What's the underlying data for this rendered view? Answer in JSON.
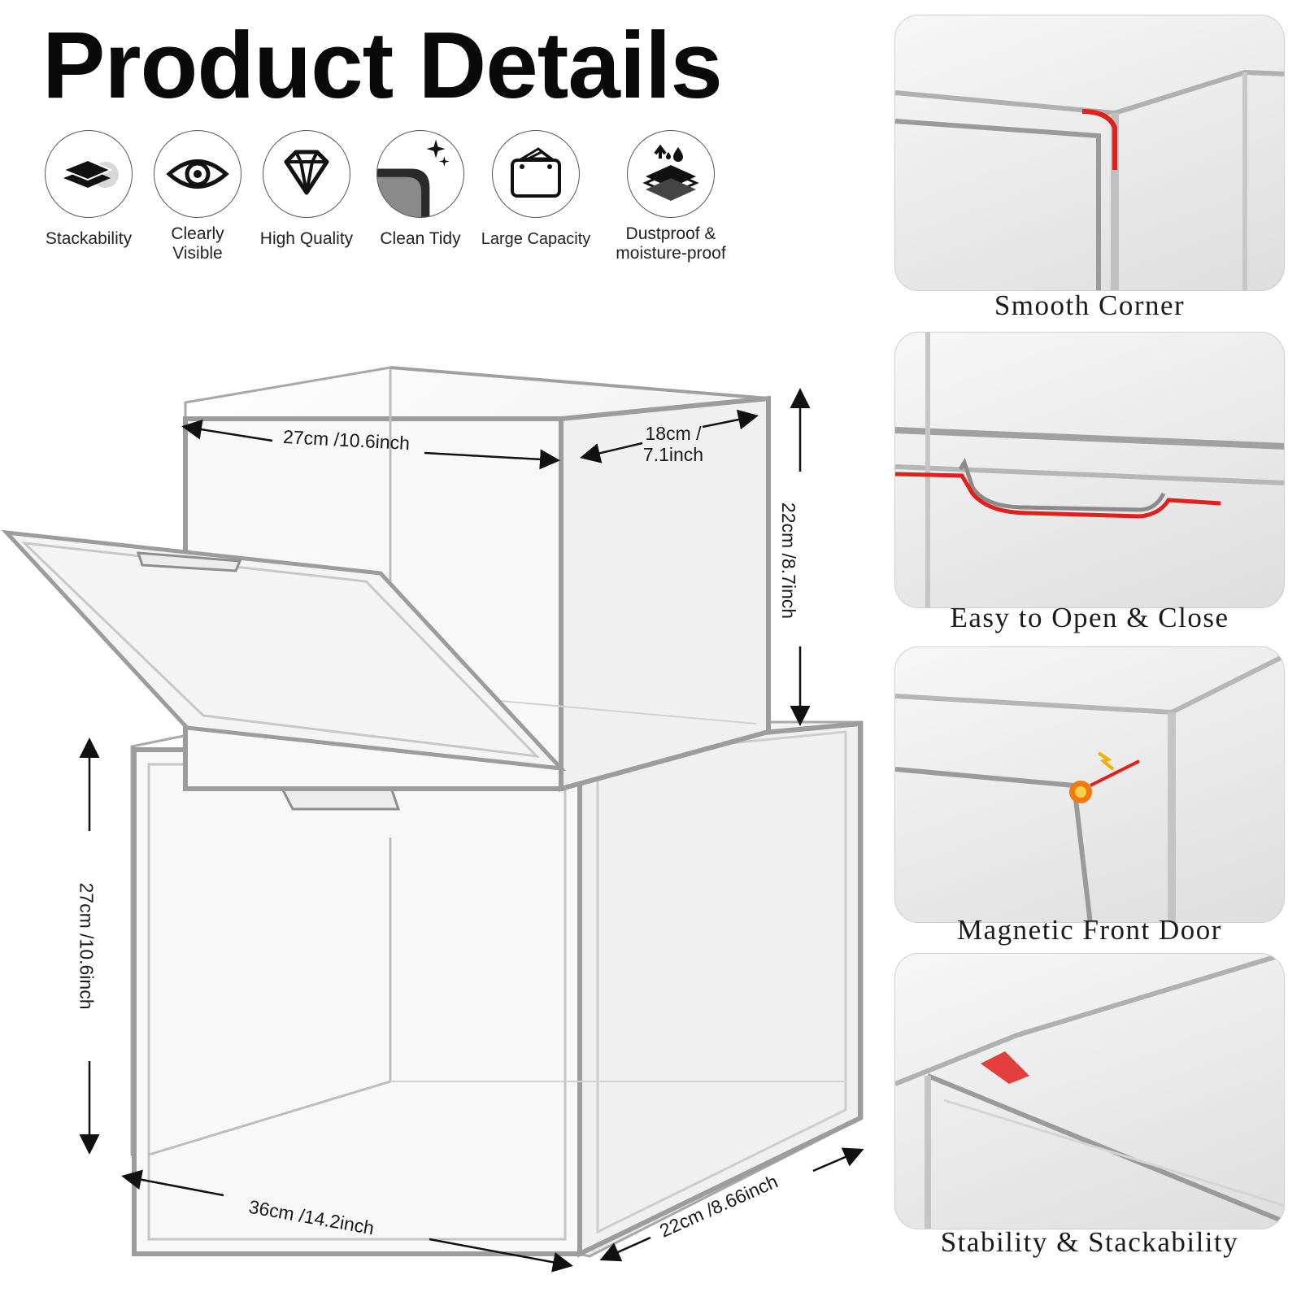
{
  "title": "Product Details",
  "features": [
    {
      "icon": "stack-icon",
      "label": "Stackability"
    },
    {
      "icon": "eye-icon",
      "label": "Clearly\nVisible"
    },
    {
      "icon": "diamond-icon",
      "label": "High Quality"
    },
    {
      "icon": "sparkle-panel-icon",
      "label": "Clean Tidy"
    },
    {
      "icon": "box-capacity-icon",
      "label": "Large Capacity"
    },
    {
      "icon": "dust-moisture-icon",
      "label": "Dustproof &\nmoisture-proof"
    }
  ],
  "detail_panels": [
    {
      "caption": "Smooth Corner",
      "highlight": "#e0201c"
    },
    {
      "caption": "Easy to Open & Close",
      "highlight": "#e0201c"
    },
    {
      "caption": "Magnetic Front Door",
      "highlight": "#f07a10"
    },
    {
      "caption": "Stability & Stackability",
      "highlight": "#e0201c"
    }
  ],
  "dimensions": {
    "top_width": "27cm /10.6inch",
    "top_depth": "18cm /\n7.1inch",
    "top_height": "22cm /8.7inch",
    "bottom_height": "27cm /10.6inch",
    "bottom_width": "36cm /14.2inch",
    "bottom_depth": "22cm /8.66inch"
  }
}
